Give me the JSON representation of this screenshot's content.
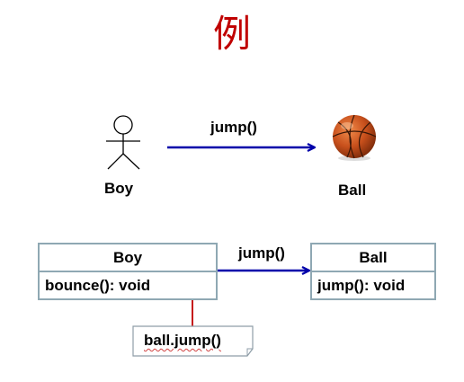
{
  "title": "例",
  "colors": {
    "title": "#c00000",
    "arrow": "#0000aa",
    "box_border": "#8fa8b3",
    "note_link": "#c00000"
  },
  "scenario": {
    "actor_label": "Boy",
    "object_label": "Ball",
    "message": "jump()"
  },
  "uml": {
    "boy_class": {
      "name": "Boy",
      "operation": "bounce(): void"
    },
    "ball_class": {
      "name": "Ball",
      "operation": "jump(): void"
    },
    "message": "jump()",
    "note": "ball.jump()"
  },
  "icons": {
    "actor": "stick-figure-icon",
    "ball": "basketball-icon"
  }
}
